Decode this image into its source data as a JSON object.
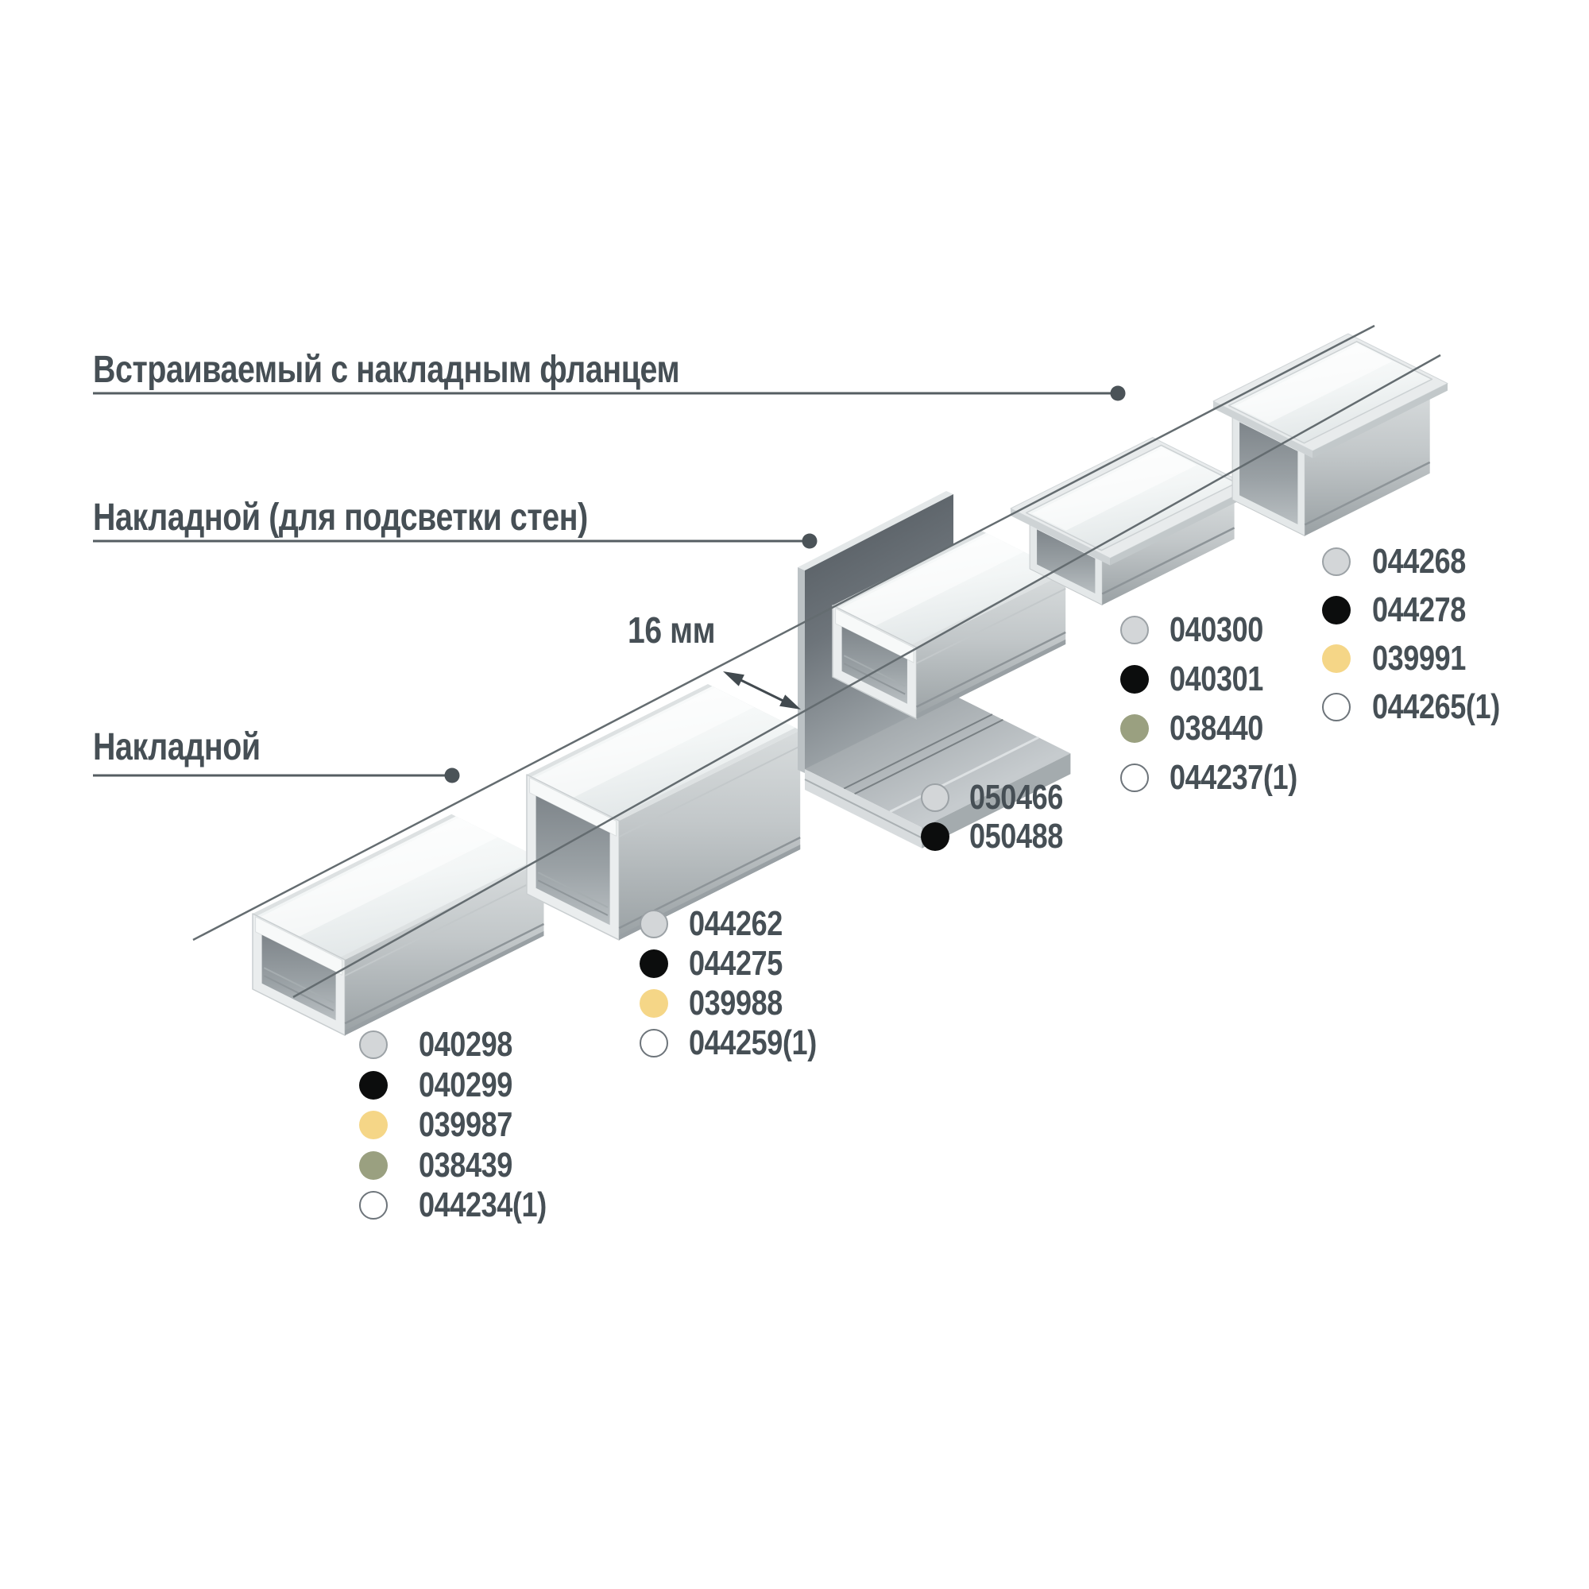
{
  "page": {
    "background": "#ffffff"
  },
  "labels": {
    "recessed_flange": "Встраиваемый с накладным фланцем",
    "surface_wall": "Накладной (для подсветки стен)",
    "surface": "Накладной"
  },
  "dimension": {
    "text": "16 мм"
  },
  "legend_colors": {
    "gray": "#d3d6d8",
    "black": "#0c0d0d",
    "yellow": "#f5d687",
    "olive": "#9aa080",
    "white": "#ffffff"
  },
  "product_groups": [
    {
      "profile": "surface-mounted low profile",
      "items": [
        {
          "code": "040298",
          "color": "gray"
        },
        {
          "code": "040299",
          "color": "black"
        },
        {
          "code": "039987",
          "color": "yellow"
        },
        {
          "code": "038439",
          "color": "olive"
        },
        {
          "code": "044234(1)",
          "color": "white"
        }
      ]
    },
    {
      "profile": "surface-mounted tall profile",
      "items": [
        {
          "code": "044262",
          "color": "gray"
        },
        {
          "code": "044275",
          "color": "black"
        },
        {
          "code": "039988",
          "color": "yellow"
        },
        {
          "code": "044259(1)",
          "color": "white"
        }
      ]
    },
    {
      "profile": "wall-mount bracket profile",
      "items": [
        {
          "code": "050466",
          "color": "gray"
        },
        {
          "code": "050488",
          "color": "black"
        }
      ]
    },
    {
      "profile": "recessed profile",
      "items": [
        {
          "code": "040300",
          "color": "gray"
        },
        {
          "code": "040301",
          "color": "black"
        },
        {
          "code": "038440",
          "color": "olive"
        },
        {
          "code": "044237(1)",
          "color": "white"
        }
      ]
    },
    {
      "profile": "recessed profile with flange",
      "items": [
        {
          "code": "044268",
          "color": "gray"
        },
        {
          "code": "044278",
          "color": "black"
        },
        {
          "code": "039991",
          "color": "yellow"
        },
        {
          "code": "044265(1)",
          "color": "white"
        }
      ]
    }
  ]
}
